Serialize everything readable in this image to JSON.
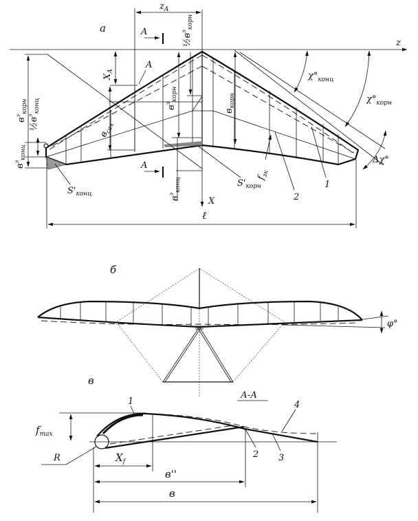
{
  "views": {
    "plan": {
      "label": "а",
      "axis_z": "z",
      "axis_x": "X",
      "dim_zA": {
        "main": "z",
        "sub": "A"
      },
      "dim_xA": {
        "main": "X",
        "sub": "A"
      },
      "section_mark": "A",
      "point_A": "A",
      "span": "ℓ",
      "b_root": {
        "main": "в",
        "sub": "корн"
      },
      "b_mac": {
        "main": "в",
        "sub": "сах"
      },
      "be_root": {
        "main": "в",
        "sup": "э",
        "sub": "корн"
      },
      "half_be_root": {
        "frac": "½",
        "main": "в",
        "sup": "э",
        "sub": "корн"
      },
      "be_tip": {
        "main": "в",
        "sup": "э",
        "sub": "конц"
      },
      "half_be_tip": {
        "frac": "½",
        "main": "в",
        "sup": "э",
        "sub": "конц"
      },
      "be_root_left": {
        "main": "в",
        "sup": "э",
        "sub": "корн"
      },
      "be_tip_left": {
        "main": "в",
        "sup": "э",
        "sub": "конц"
      },
      "s_root": {
        "main": "S'",
        "sub": "корн"
      },
      "s_tip": {
        "main": "S'",
        "sub": "конц"
      },
      "f_tk": {
        "main": "f",
        "sub": "зк"
      },
      "sweep_tip": {
        "main": "χ°",
        "sub": "конц"
      },
      "sweep_root": {
        "main": "χ°",
        "sub": "корн"
      },
      "delta_sweep": "Δχ°",
      "callouts": [
        "1",
        "2"
      ]
    },
    "front": {
      "label": "б",
      "dihedral": "φ°"
    },
    "section": {
      "label": "в",
      "title": "А-А",
      "f_max": {
        "main": "f",
        "sub": "max"
      },
      "x_f": {
        "main": "X",
        "sub": "f"
      },
      "radius": "R",
      "b_double_prime": "в''",
      "chord": "в",
      "callouts": [
        "1",
        "2",
        "3",
        "4"
      ]
    }
  }
}
